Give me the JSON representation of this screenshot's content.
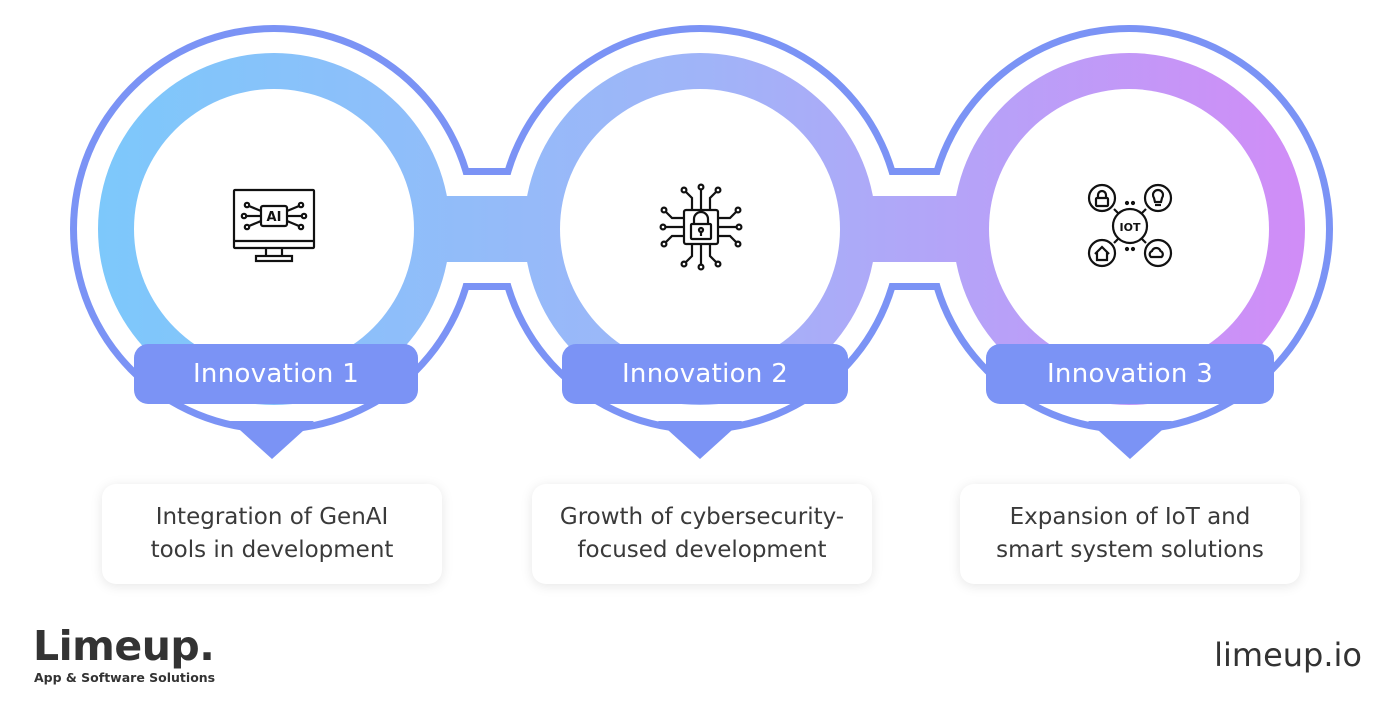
{
  "innovations": [
    {
      "label": "Innovation 1",
      "text": "Integration of GenAI\ntools in development",
      "icon": "ai-monitor-icon"
    },
    {
      "label": "Innovation 2",
      "text": "Growth of cybersecurity-\nfocused development",
      "icon": "circuit-lock-icon"
    },
    {
      "label": "Innovation 3",
      "text": "Expansion of IoT and\nsmart system solutions",
      "icon": "iot-network-icon"
    }
  ],
  "icon_text": {
    "ai": "AI",
    "iot": "IOT"
  },
  "brand": {
    "logo": "Limeup.",
    "tagline": "App & Software Solutions",
    "website": "limeup.io"
  },
  "colors": {
    "accent": "#7b93f5",
    "gradient_start": "#7dc8fb",
    "gradient_end": "#d18cf7",
    "outline": "#7b93f5"
  }
}
